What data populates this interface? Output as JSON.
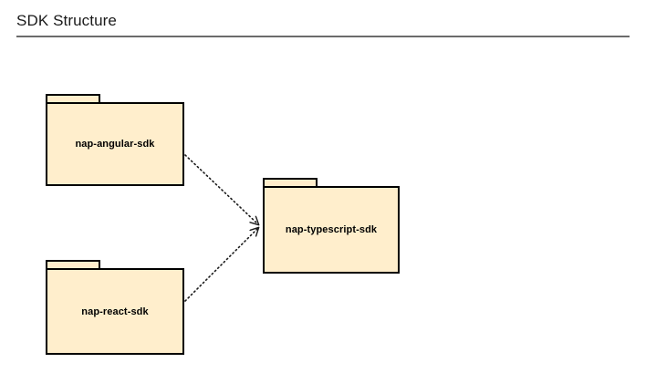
{
  "header": {
    "title": "SDK Structure"
  },
  "diagram": {
    "type": "uml-package-diagram",
    "colors": {
      "node_fill": "#ffeecc",
      "node_stroke": "#000000",
      "edge_stroke": "#1a1a1a",
      "title_rule": "#6b6b6b",
      "background": "#ffffff"
    },
    "nodes": [
      {
        "id": "nap-angular-sdk",
        "label": "nap-angular-sdk",
        "shape": "package"
      },
      {
        "id": "nap-typescript-sdk",
        "label": "nap-typescript-sdk",
        "shape": "package"
      },
      {
        "id": "nap-react-sdk",
        "label": "nap-react-sdk",
        "shape": "package"
      }
    ],
    "edges": [
      {
        "from": "nap-angular-sdk",
        "to": "nap-typescript-sdk",
        "style": "dotted",
        "arrow": "open",
        "relation": "dependency"
      },
      {
        "from": "nap-react-sdk",
        "to": "nap-typescript-sdk",
        "style": "dotted",
        "arrow": "open",
        "relation": "dependency"
      }
    ]
  }
}
